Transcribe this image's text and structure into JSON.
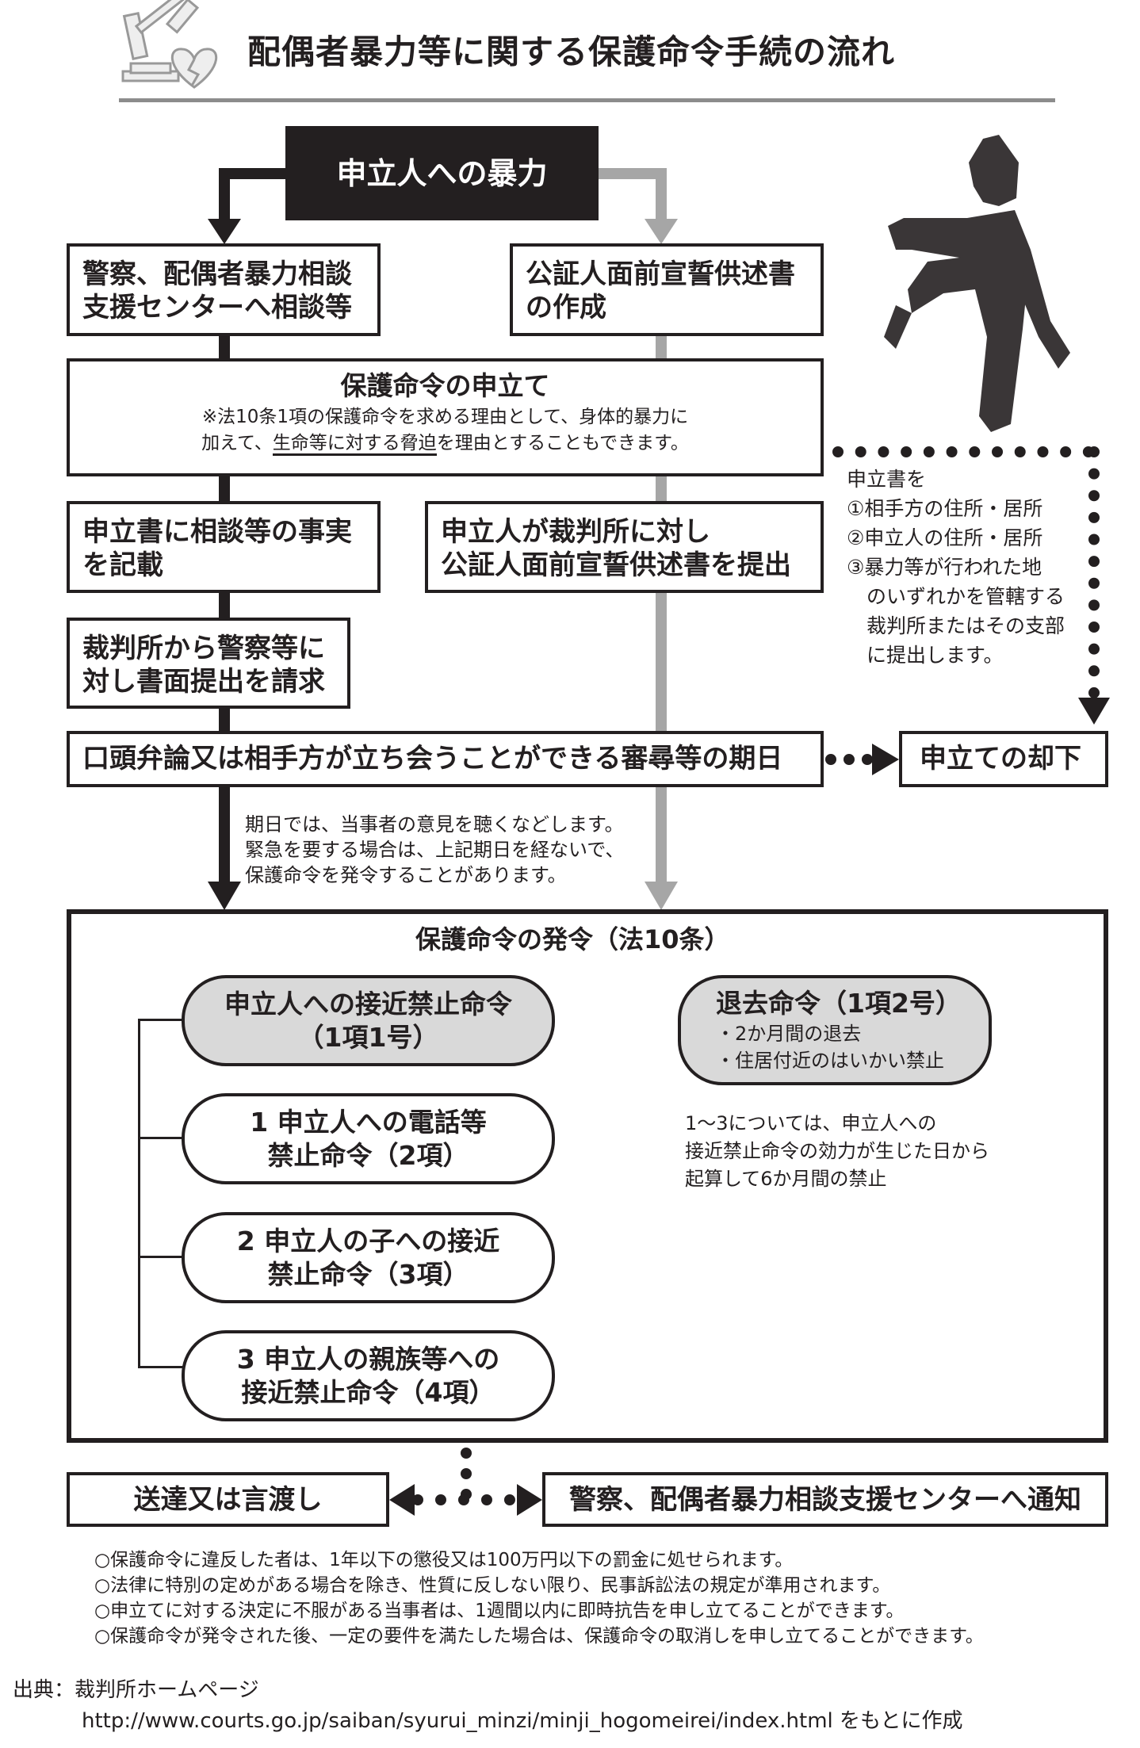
{
  "title": "配偶者暴力等に関する保護命令手続の流れ",
  "start": "申立人への暴力",
  "left_box1": [
    "警察、配偶者暴力相談",
    "支援センターへ相談等"
  ],
  "right_box1": [
    "公証人面前宣誓供述書",
    "の作成"
  ],
  "petition": {
    "title": "保護命令の申立て",
    "note_line1": "※法10条1項の保護命令を求める理由として、身体的暴力に",
    "note_line2_pre": "加えて、",
    "note_line2_underlined": "生命等に対する脅迫",
    "note_line2_post": "を理由とすることもできます。"
  },
  "left_box2": [
    "申立書に相談等の事実",
    "を記載"
  ],
  "right_box2": [
    "申立人が裁判所に対し",
    "公証人面前宣誓供述書を提出"
  ],
  "left_box3": [
    "裁判所から警察等に",
    "対し書面提出を請求"
  ],
  "hearing": "口頭弁論又は相手方が立ち会うことができる審尋等の期日",
  "dismissal": "申立ての却下",
  "side_note": [
    "申立書を",
    "①相手方の住所・居所",
    "②申立人の住所・居所",
    "③暴力等が行われた地",
    "　のいずれかを管轄する",
    "　裁判所またはその支部",
    "　に提出します。"
  ],
  "hearing_note": [
    "期日では、当事者の意見を聴くなどします。",
    "緊急を要する場合は、上記期日を経ないで、",
    "保護命令を発令することがあります。"
  ],
  "order": {
    "title": "保護命令の発令（法10条）",
    "items": [
      [
        "申立人への接近禁止命令",
        "（1項1号）"
      ],
      [
        "1 申立人への電話等",
        "禁止命令（2項）"
      ],
      [
        "2 申立人の子への接近",
        "禁止命令（3項）"
      ],
      [
        "3 申立人の親族等への",
        "接近禁止命令（4項）"
      ]
    ],
    "eviction": {
      "title": "退去命令（1項2号）",
      "points": [
        "・2か月間の退去",
        "・住居付近のはいかい禁止"
      ]
    },
    "note": [
      "1～3については、申立人への",
      "接近禁止命令の効力が生じた日から",
      "起算して6か月間の禁止"
    ]
  },
  "service": "送達又は言渡し",
  "notify": "警察、配偶者暴力相談支援センターへ通知",
  "footnotes": [
    "○保護命令に違反した者は、1年以下の懲役又は100万円以下の罰金に処せられます。",
    "○法律に特別の定めがある場合を除き、性質に反しない限り、民事訴訟法の規定が準用されます。",
    "○申立てに対する決定に不服がある当事者は、1週間以内に即時抗告を申し立てることができます。",
    "○保護命令が発令された後、一定の要件を満たした場合は、保護命令の取消しを申し立てることができます。"
  ],
  "source_label": "出典：裁判所ホームページ",
  "source_url": "http://www.courts.go.jp/saiban/syurui_minzi/minji_hogomeirei/index.html をもとに作成",
  "colors": {
    "dark": "#231f20",
    "gray": "#a6a6a6",
    "pill_gray": "#d9d9d9"
  }
}
